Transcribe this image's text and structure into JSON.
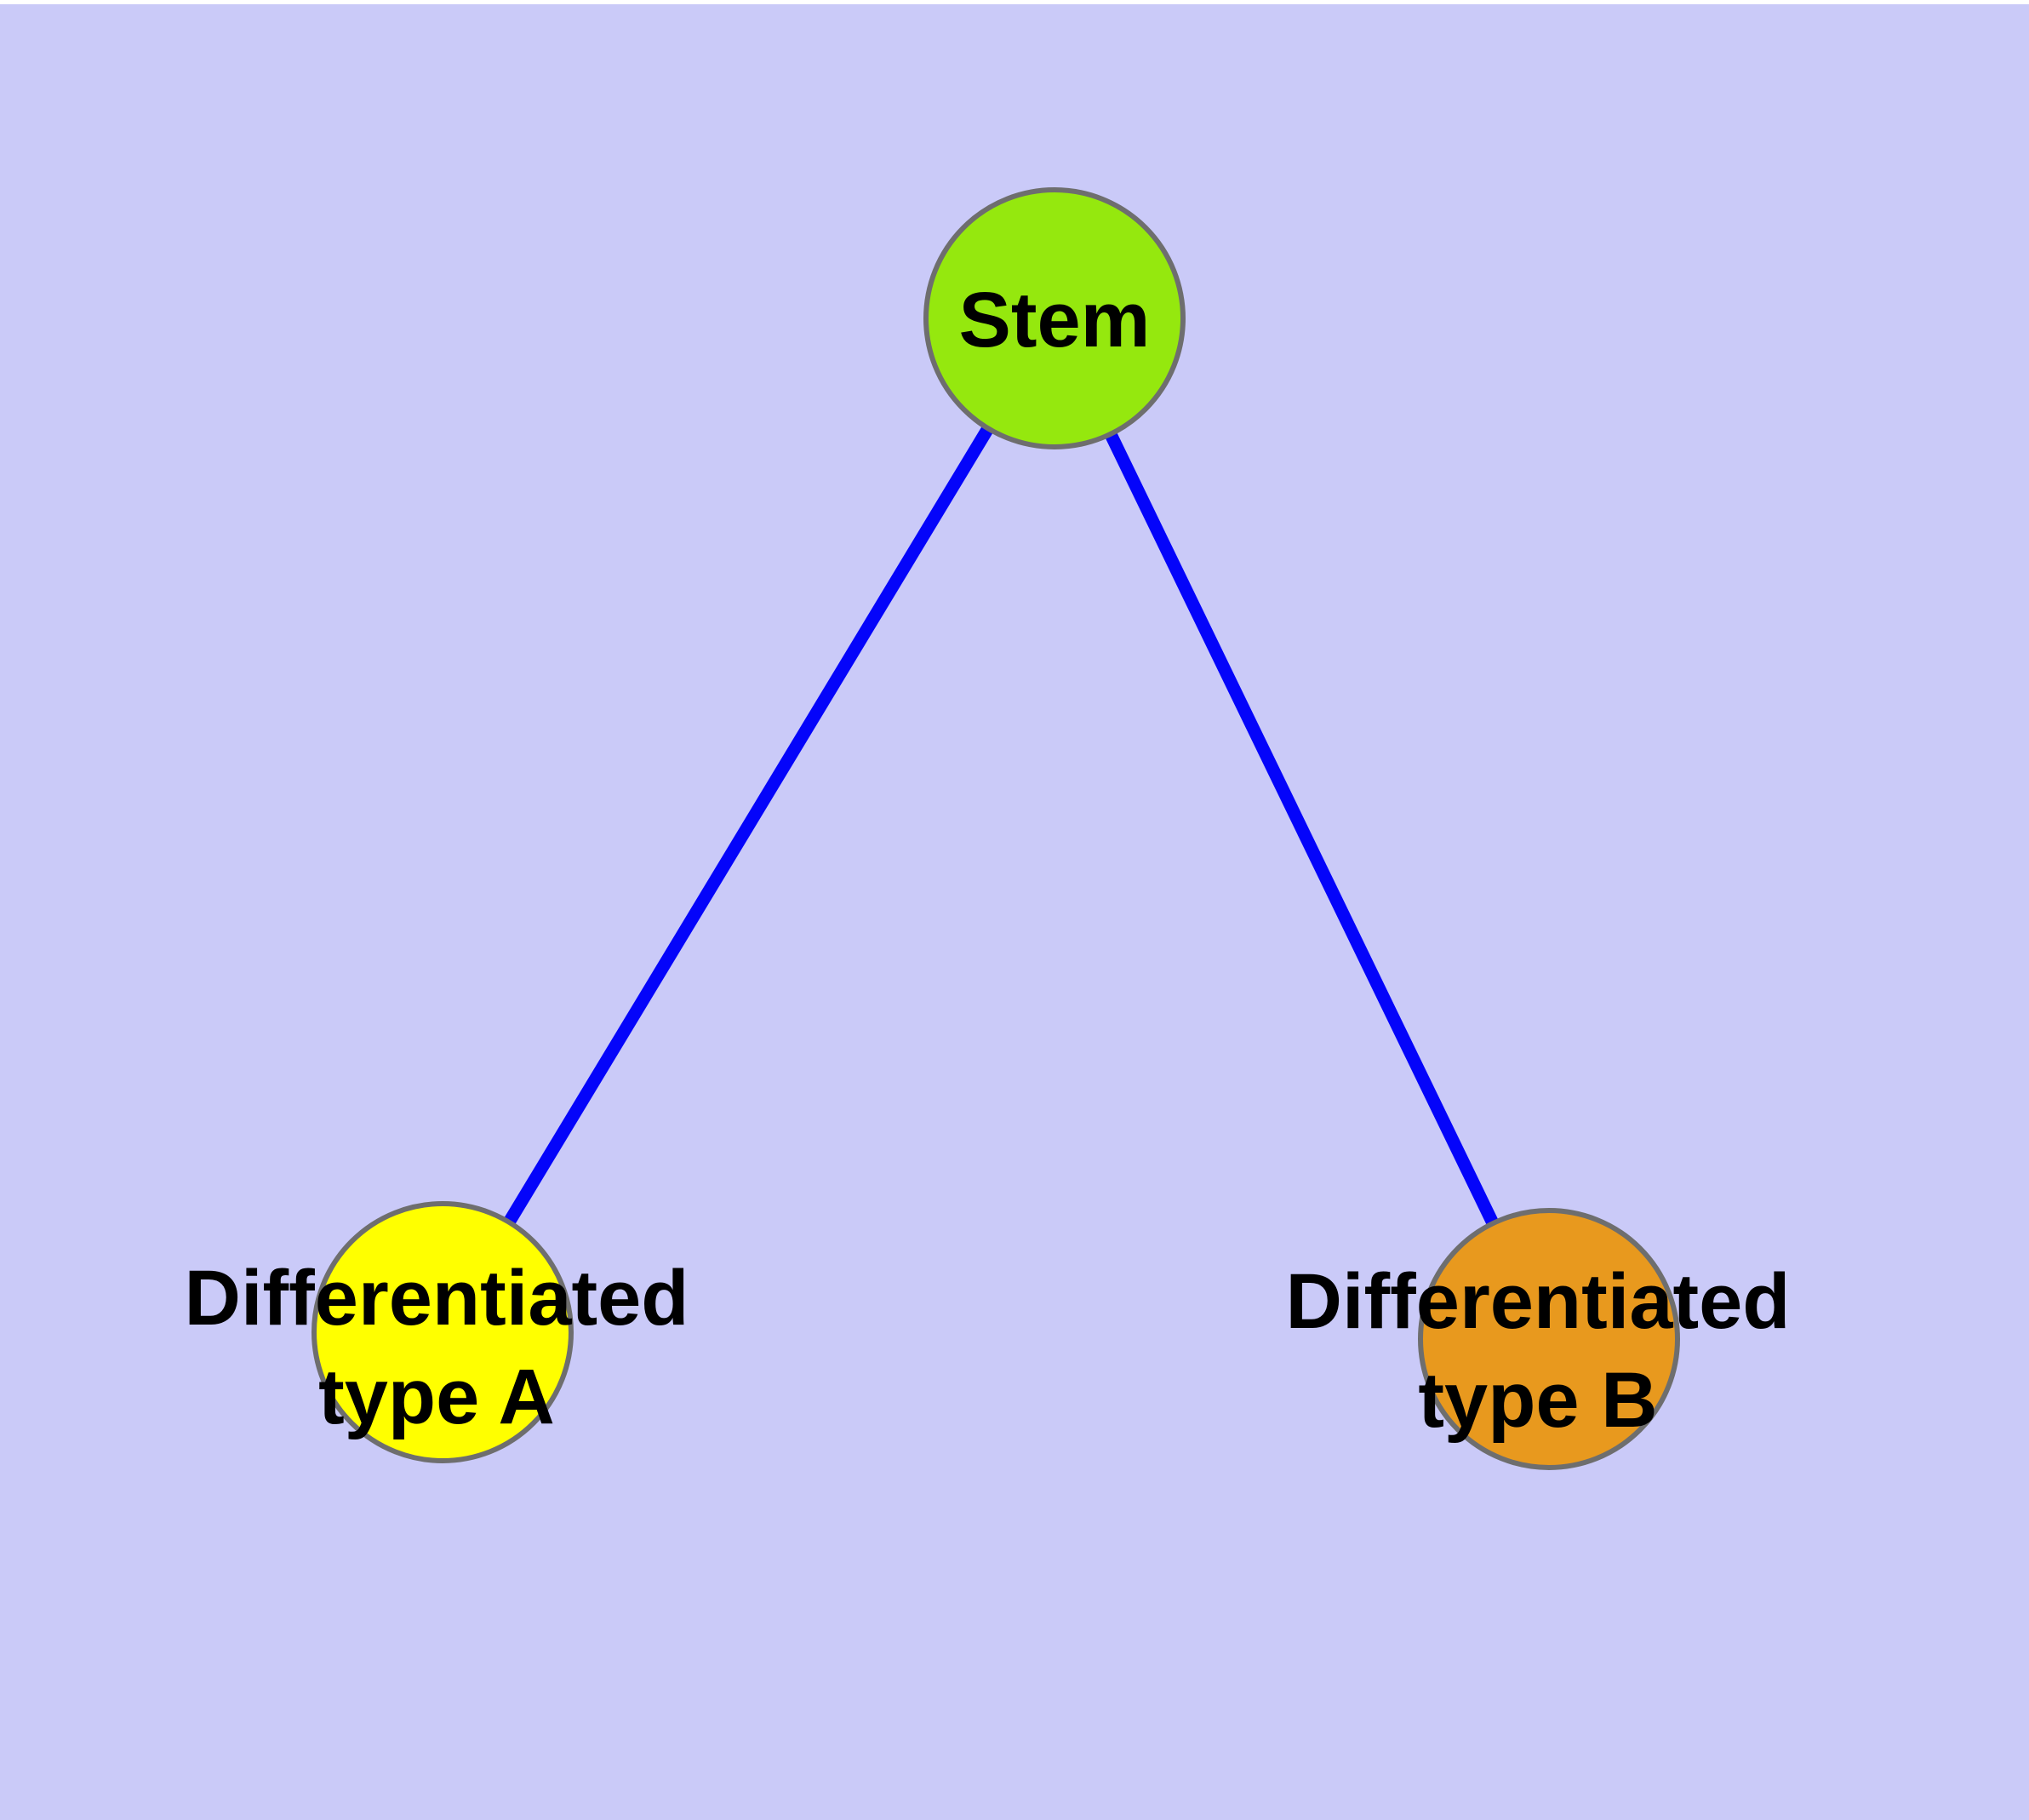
{
  "diagram": {
    "type": "graph",
    "background_color": "#CACAF8",
    "top_margin_color": "#FFFFFF",
    "edge_color": "#0404FA",
    "node_border_color": "#6E6E6E",
    "text_color": "#000000",
    "nodes": [
      {
        "id": "stem",
        "label": "Stem",
        "fill": "#95E80E"
      },
      {
        "id": "differentiated-type-a",
        "label_line1": "Differentiated",
        "label_line2": "type A",
        "fill": "#FFFF00"
      },
      {
        "id": "differentiated-type-b",
        "label_line1": "Differentiated",
        "label_line2": "type B",
        "fill": "#E8991E"
      }
    ],
    "edges": [
      {
        "from": "stem",
        "to": "differentiated-type-a"
      },
      {
        "from": "stem",
        "to": "differentiated-type-b"
      }
    ]
  }
}
